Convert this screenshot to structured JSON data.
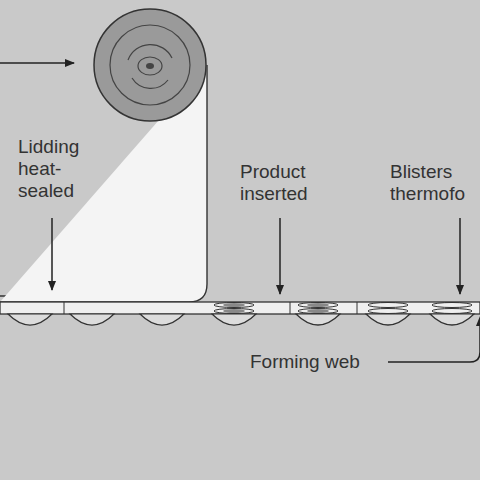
{
  "diagram": {
    "labels": [
      "Lidding heat-sealed",
      "Product inserted",
      "Blisters thermofo",
      "Forming web"
    ]
  }
}
